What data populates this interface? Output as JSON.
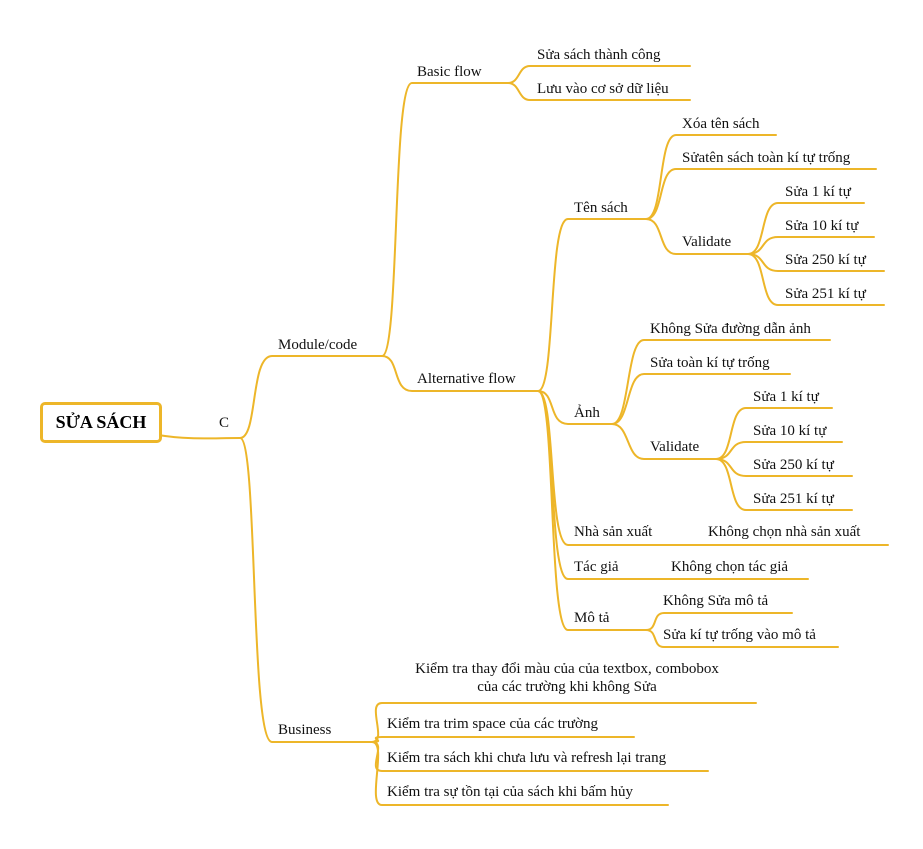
{
  "root": {
    "label": "SỬA SÁCH"
  },
  "c_label": "C",
  "module": {
    "label": "Module/code",
    "basic": {
      "label": "Basic flow",
      "items": [
        "Sửa sách thành công",
        "Lưu vào cơ sở dữ liệu"
      ]
    },
    "alt": {
      "label": "Alternative flow",
      "ten_sach": {
        "label": "Tên sách",
        "items": [
          "Xóa tên sách",
          "Sửatên sách toàn kí tự trống"
        ],
        "validate": {
          "label": "Validate",
          "items": [
            "Sửa 1 kí tự",
            "Sửa 10 kí tự",
            "Sửa 250 kí tự",
            "Sửa 251 kí tự"
          ]
        }
      },
      "anh": {
        "label": "Ảnh",
        "items": [
          "Không Sửa đường dẫn ảnh",
          "Sửa toàn kí tự trống"
        ],
        "validate": {
          "label": "Validate",
          "items": [
            "Sửa 1 kí tự",
            "Sửa 10 kí tự",
            "Sửa 250 kí tự",
            "Sửa 251 kí tự"
          ]
        }
      },
      "nha_san_xuat": {
        "label": "Nhà sản xuất",
        "items": [
          "Không chọn nhà sản xuất"
        ]
      },
      "tac_gia": {
        "label": "Tác giả",
        "items": [
          "Không chọn tác giả"
        ]
      },
      "mo_ta": {
        "label": "Mô tả",
        "items": [
          "Không Sửa mô tả",
          "Sửa kí tự trống vào mô tả"
        ]
      }
    }
  },
  "business": {
    "label": "Business",
    "items": [
      {
        "line1": "Kiểm tra thay đổi màu của của textbox, combobox",
        "line2": "của các trường khi không Sửa"
      },
      {
        "line1": "Kiểm tra trim space của các trường"
      },
      {
        "line1": "Kiểm tra sách khi chưa lưu và refresh lại trang"
      },
      {
        "line1": "Kiểm tra sự tồn tại của sách khi bấm hủy"
      }
    ]
  },
  "colors": {
    "branch": "#EDB629",
    "text": "#111111"
  }
}
